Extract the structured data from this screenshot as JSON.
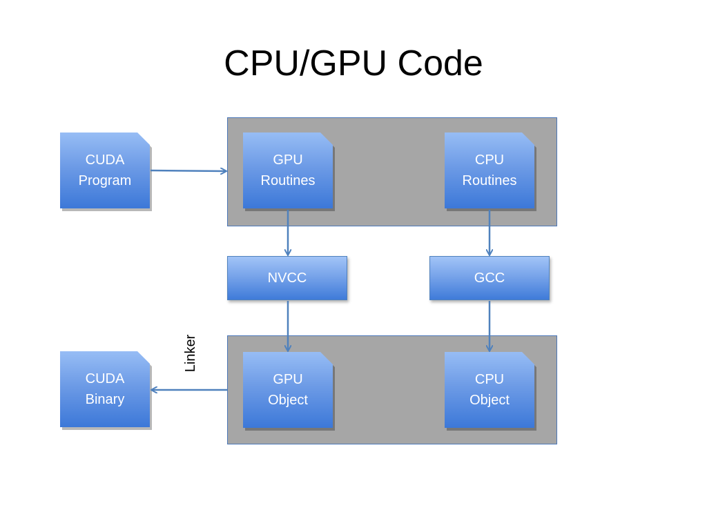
{
  "title": "CPU/GPU Code",
  "nodes": {
    "cuda_program": {
      "line1": "CUDA",
      "line2": "Program"
    },
    "gpu_routines": {
      "line1": "GPU",
      "line2": "Routines"
    },
    "cpu_routines": {
      "line1": "CPU",
      "line2": "Routines"
    },
    "nvcc": "NVCC",
    "gcc": "GCC",
    "gpu_object": {
      "line1": "GPU",
      "line2": "Object"
    },
    "cpu_object": {
      "line1": "CPU",
      "line2": "Object"
    },
    "cuda_binary": {
      "line1": "CUDA",
      "line2": "Binary"
    }
  },
  "edge_labels": {
    "linker": "Linker"
  },
  "colors": {
    "arrow": "#4f81bd",
    "group_fill": "#a6a6a6",
    "node_top": "#97bdf5",
    "node_bottom": "#3c78d8"
  }
}
